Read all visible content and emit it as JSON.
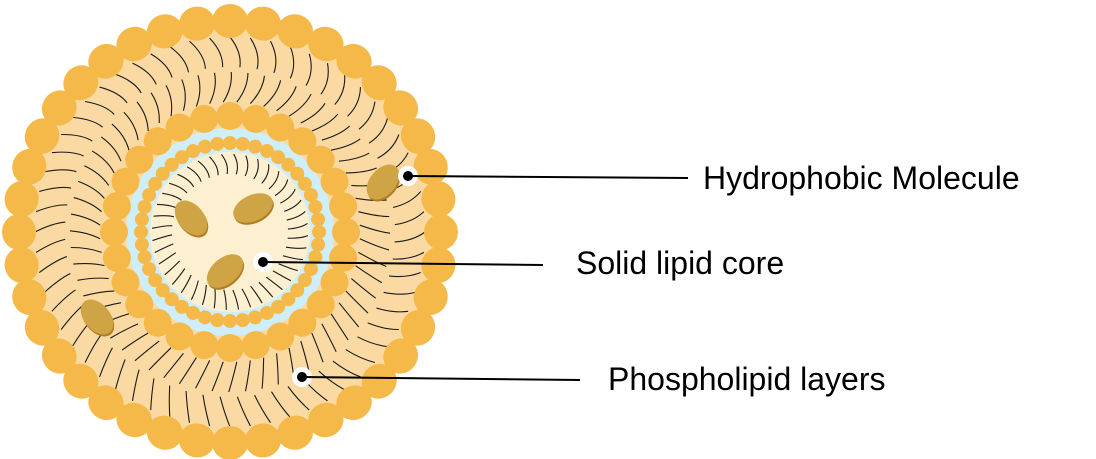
{
  "labels": {
    "hydrophobic_molecule": "Hydrophobic Molecule",
    "solid_lipid_core": "Solid lipid core",
    "phospholipid_layers": "Phospholipid layers"
  },
  "colors": {
    "head": "#f5b94a",
    "bilayer_fill": "#fadaa2",
    "aqueous": "#cdeefa",
    "core": "#fdf0d0",
    "molecule": "#cfa445",
    "molecule_edge": "#b27d23",
    "tail": "#1a1a1a"
  }
}
